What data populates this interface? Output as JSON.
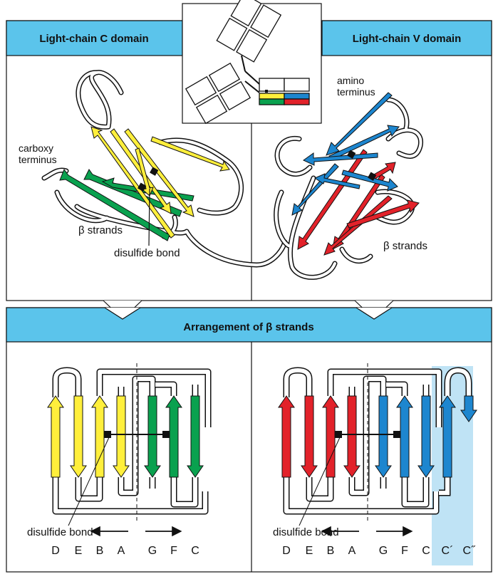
{
  "colors": {
    "header_blue": "#5bc4eb",
    "highlight_blue": "#bfe3f5",
    "yellow": "#ffef3c",
    "green": "#0aa14f",
    "blue": "#1d86cf",
    "red": "#e2222a"
  },
  "top": {
    "c_domain_title": "Light-chain C domain",
    "v_domain_title": "Light-chain V domain",
    "carboxy_terminus": [
      "carboxy",
      "terminus"
    ],
    "amino_terminus": [
      "amino",
      "terminus"
    ],
    "beta_strands_left": "β strands",
    "beta_strands_right": "β strands",
    "disulfide_bond": "disulfide bond"
  },
  "bottom": {
    "title": "Arrangement of β strands",
    "disulfide_bond_left": "disulfide bond",
    "disulfide_bond_right": "disulfide bond",
    "c_domain_strands": [
      "D",
      "E",
      "B",
      "A",
      "G",
      "F",
      "C"
    ],
    "v_domain_strands": [
      "D",
      "E",
      "B",
      "A",
      "G",
      "F",
      "C",
      "C´",
      "C˝"
    ],
    "c_domain_colors": [
      "yellow",
      "yellow",
      "yellow",
      "yellow",
      "green",
      "green",
      "green"
    ],
    "v_domain_colors": [
      "red",
      "red",
      "red",
      "red",
      "blue",
      "blue",
      "blue",
      "blue",
      "blue"
    ]
  }
}
